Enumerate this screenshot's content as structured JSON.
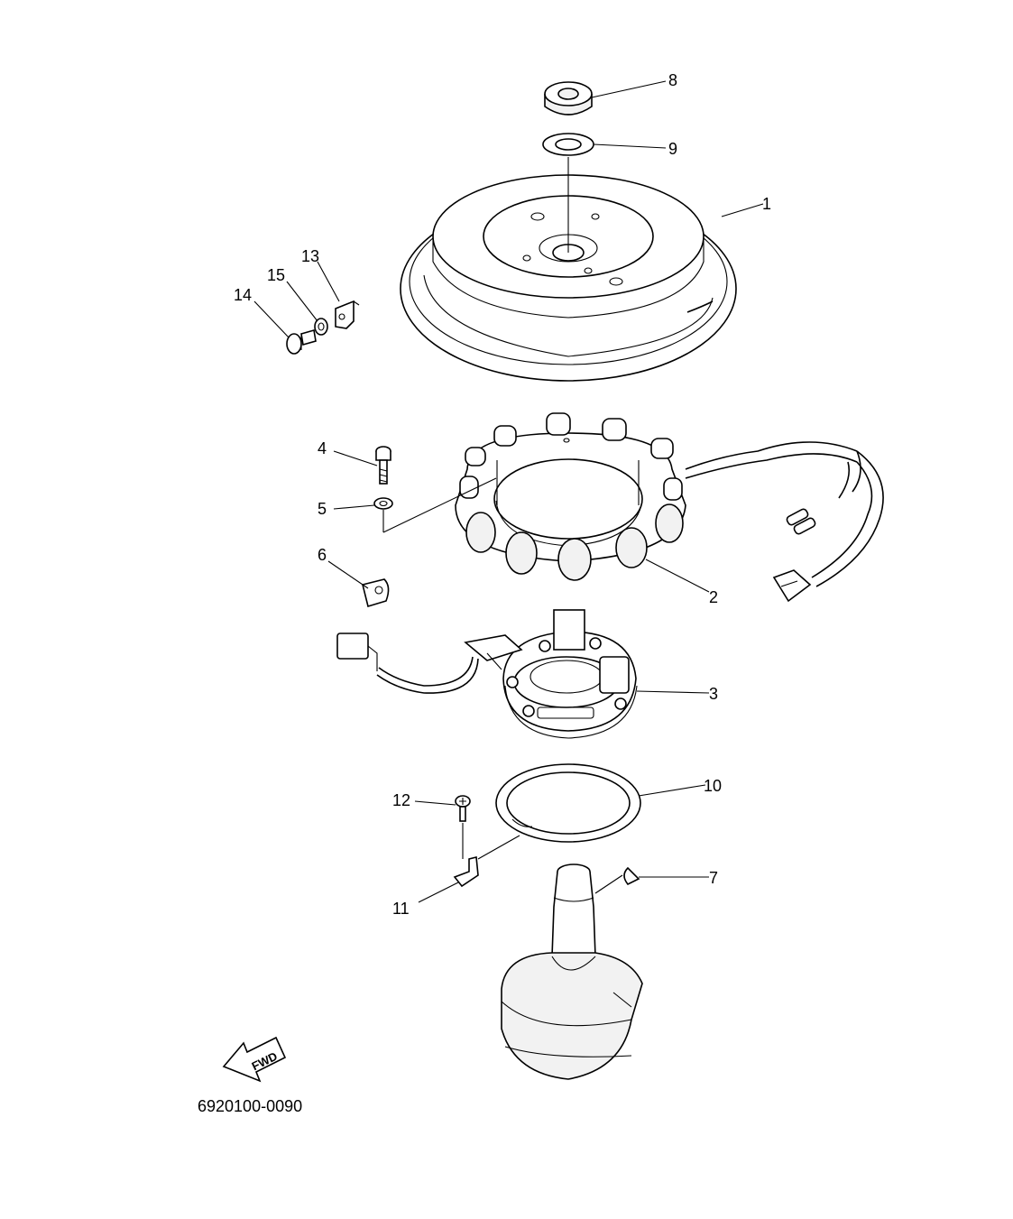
{
  "diagram": {
    "callouts": [
      {
        "id": "c1",
        "text": "1"
      },
      {
        "id": "c2",
        "text": "2"
      },
      {
        "id": "c3",
        "text": "3"
      },
      {
        "id": "c4",
        "text": "4"
      },
      {
        "id": "c5",
        "text": "5"
      },
      {
        "id": "c6",
        "text": "6"
      },
      {
        "id": "c7",
        "text": "7"
      },
      {
        "id": "c8",
        "text": "8"
      },
      {
        "id": "c9",
        "text": "9"
      },
      {
        "id": "c10",
        "text": "10"
      },
      {
        "id": "c11",
        "text": "11"
      },
      {
        "id": "c12",
        "text": "12"
      },
      {
        "id": "c13",
        "text": "13"
      },
      {
        "id": "c14",
        "text": "14"
      },
      {
        "id": "c15",
        "text": "15"
      }
    ],
    "fwd_label": "FWD",
    "drawing_code": "6920100-0090"
  }
}
